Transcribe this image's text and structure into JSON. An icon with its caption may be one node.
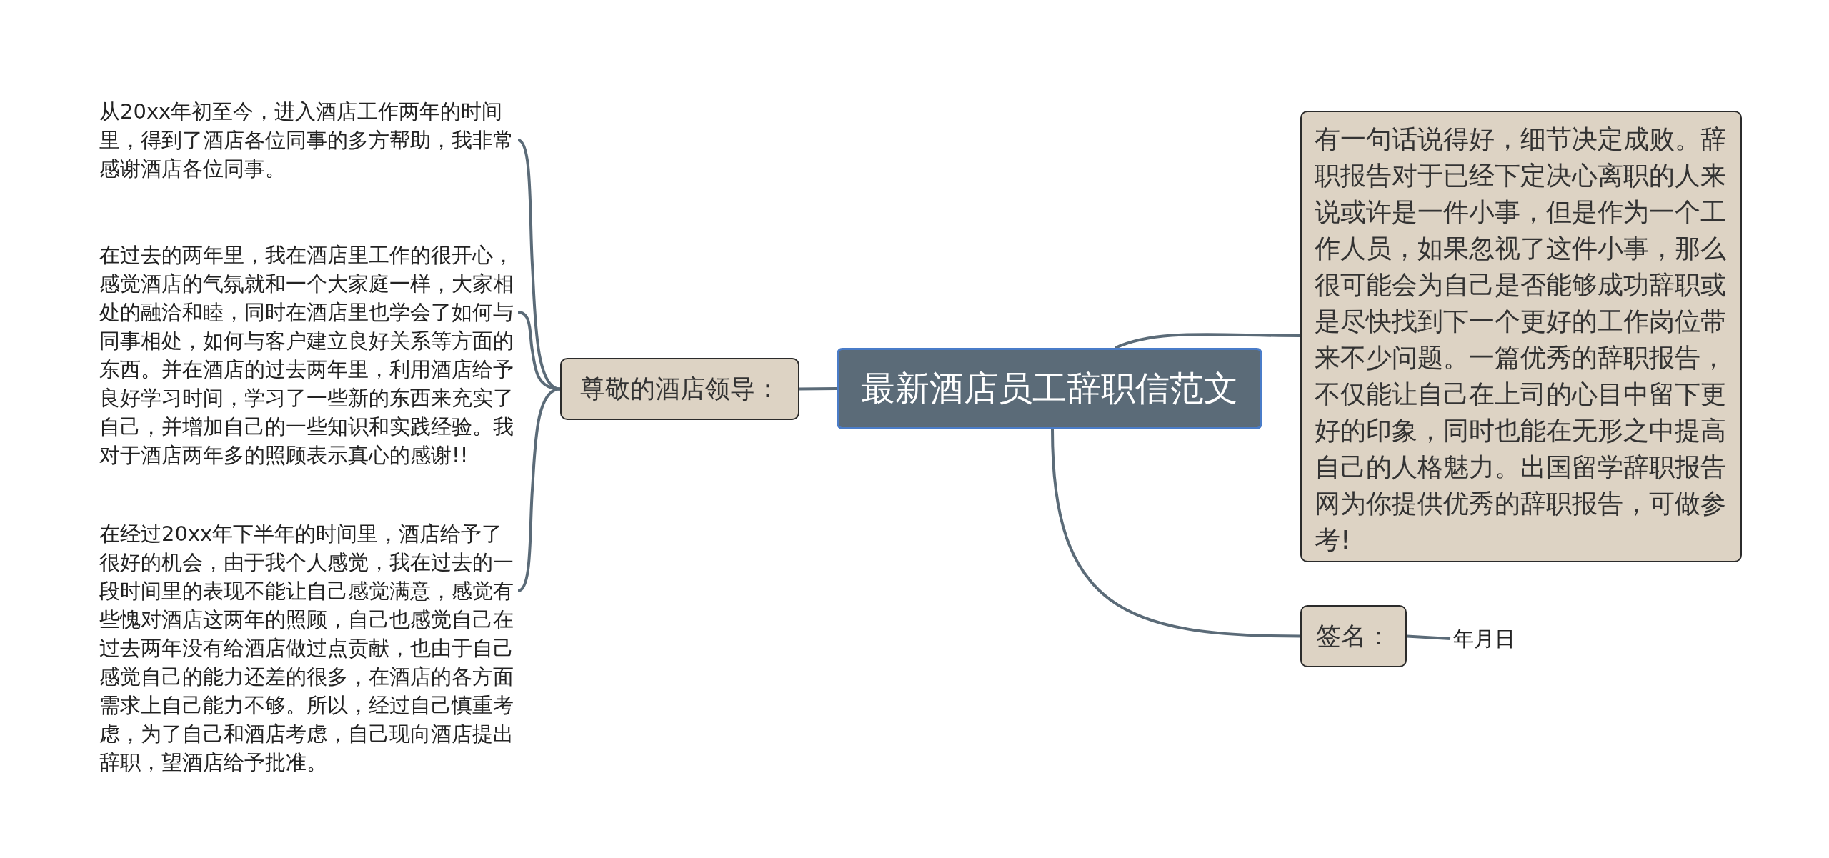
{
  "diagram": {
    "nodes": [
      {
        "text": [
          "最新酒店员工辞职信范文"
        ]
      },
      {
        "text": [
          "尊敬的酒店领导："
        ]
      },
      {
        "text": [
          "从20xx年初至今，进入酒店工作两年的时间里，得到了酒店各位同事的多方帮助，我非常感谢酒店各位同事。"
        ]
      },
      {
        "text": [
          "在过去的两年里，我在酒店里工作的很开心，感觉酒店的气氛就和一个大家庭一样，大家相处的融洽和睦，同时在酒店里也学会了如何与同事相处，如何与客户建立良好关系等方面的东西。并在酒店的过去两年里，利用酒店给予良好学习时间，学习了一些新的东西来充实了自己，并增加自己的一些知识和实践经验。我对于酒店两年多的照顾表示真心的感谢!!"
        ]
      },
      {
        "text": [
          "在经过20xx年下半年的时间里，酒店给予了很好的机会，由于我个人感觉，我在过去的一段时间里的表现不能让自己感觉满意，感觉有些愧对酒店这两年的照顾，自己也感觉自己在过去两年没有给酒店做过点贡献，也由于自己感觉自己的能力还差的很多，在酒店的各方面需求上自己能力不够。所以，经过自己慎重考虑，为了自己和酒店考虑，自己现向酒店提出辞职，望酒店给予批准。"
        ]
      },
      {
        "text": [
          "有一句话说得好，细节决定成败。辞职报告对于已经下定决心离职的人来说或许是一件小事，但是作为一个工作人员，如果忽视了这件小事，那么很可能会为自己是否能够成功辞职或是尽快找到下一个更好的工作岗位带来不少问题。一篇优秀的辞职报告，不仅能让自己在上司的心目中留下更好的印象，同时也能在无形之中提高自己的人格魅力。出国留学辞职报告网为你提供优秀的辞职报告，可做参考!"
        ]
      },
      {
        "text": [
          "签名："
        ]
      },
      {
        "text": [
          "年月日"
        ]
      }
    ],
    "edges": [
      {
        "from": 0,
        "to": 1,
        "arrow": "none"
      },
      {
        "from": 1,
        "to": 2,
        "arrow": "none"
      },
      {
        "from": 1,
        "to": 3,
        "arrow": "none"
      },
      {
        "from": 1,
        "to": 4,
        "arrow": "none"
      },
      {
        "from": 0,
        "to": 5,
        "arrow": "none"
      },
      {
        "from": 0,
        "to": 6,
        "arrow": "none"
      },
      {
        "from": 6,
        "to": 7,
        "arrow": "none"
      }
    ]
  }
}
